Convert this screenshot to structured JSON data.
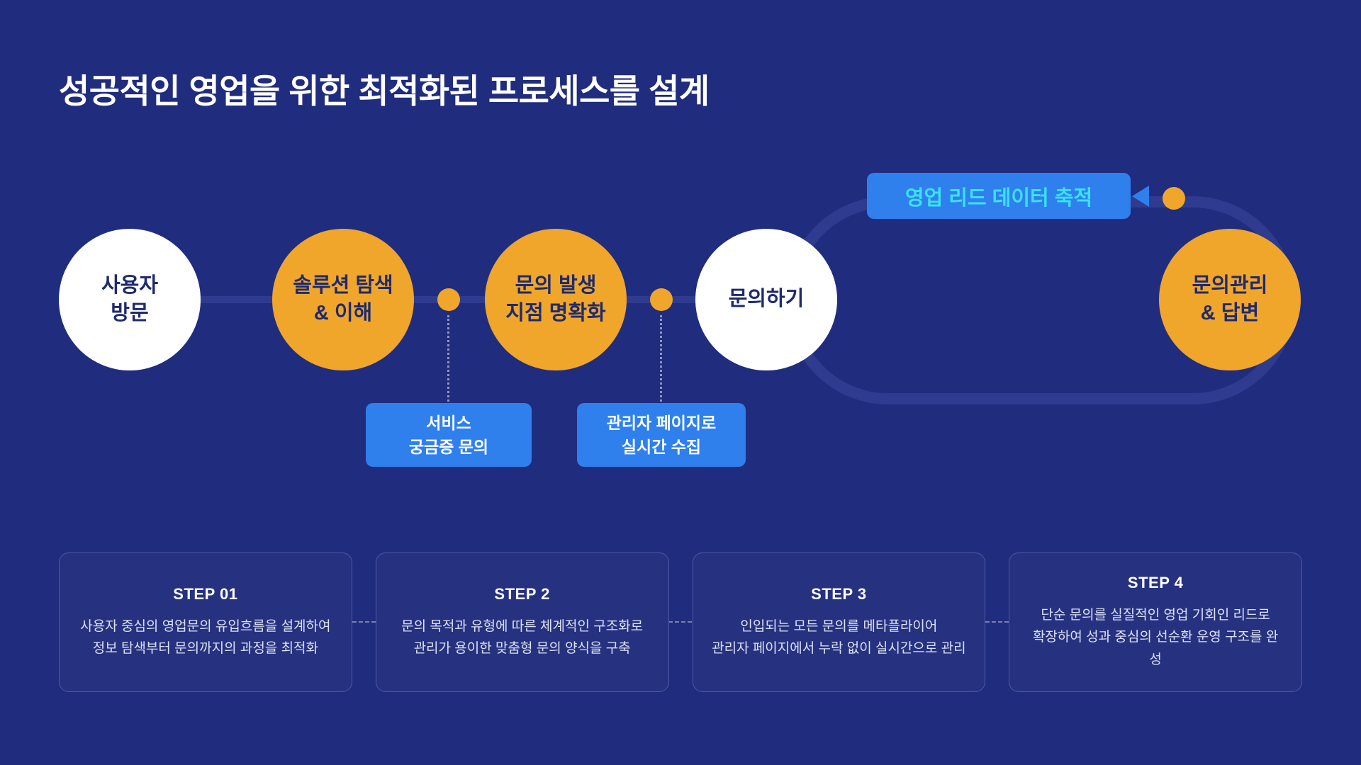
{
  "title": "성공적인 영업을 위한 최적화된 프로세스를 설계",
  "flow": {
    "nodes": [
      {
        "label": "사용자\n방문"
      },
      {
        "label": "솔루션 탐색\n& 이해"
      },
      {
        "label": "문의 발생\n지점 명확화"
      },
      {
        "label": "문의하기"
      },
      {
        "label": "문의관리\n& 답변"
      }
    ],
    "callouts": [
      {
        "label": "서비스\n궁금증 문의"
      },
      {
        "label": "관리자 페이지로\n실시간 수집"
      }
    ],
    "loop_label": "영업 리드 데이터 축적"
  },
  "steps": [
    {
      "title": "STEP 01",
      "body": "사용자 중심의 영업문의 유입흐름을 설계하여\n정보 탐색부터 문의까지의 과정을 최적화"
    },
    {
      "title": "STEP 2",
      "body": "문의 목적과 유형에 따른 체계적인 구조화로\n관리가 용이한 맞춤형 문의 양식을 구축"
    },
    {
      "title": "STEP 3",
      "body": "인입되는 모든 문의를 메타플라이어\n관리자 페이지에서 누락 없이 실시간으로 관리"
    },
    {
      "title": "STEP 4",
      "body": "단순 문의를 실질적인 영업 기회인 리드로\n확장하여 성과 중심의 선순환 운영 구조를 완성"
    }
  ],
  "colors": {
    "background": "#202C7E",
    "accent_yellow": "#F0A62B",
    "accent_blue": "#2F80ED",
    "accent_cyan": "#3BE1F4",
    "track": "#2E3B8E"
  }
}
